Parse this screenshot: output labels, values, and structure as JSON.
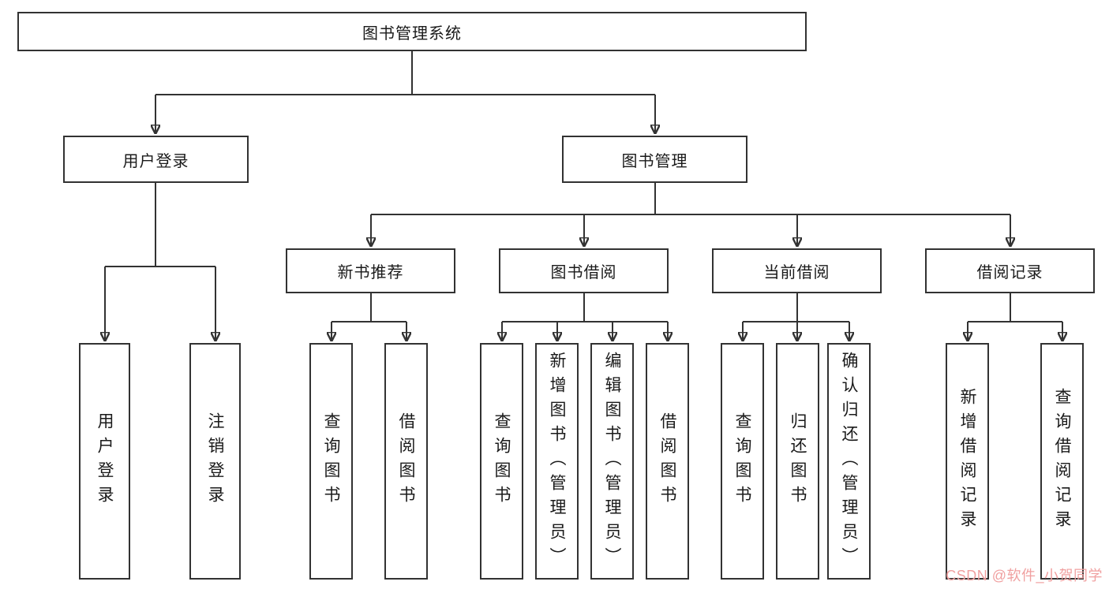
{
  "diagram": {
    "root": {
      "label": "图书管理系统"
    },
    "level2": [
      {
        "label": "用户登录",
        "children": [
          {
            "label": "用户登录"
          },
          {
            "label": "注销登录"
          }
        ]
      },
      {
        "label": "图书管理",
        "children": [
          {
            "label": "新书推荐",
            "children": [
              {
                "label": "查询图书"
              },
              {
                "label": "借阅图书"
              }
            ]
          },
          {
            "label": "图书借阅",
            "children": [
              {
                "label": "查询图书"
              },
              {
                "label": "新增图书（管理员）"
              },
              {
                "label": "编辑图书（管理员）"
              },
              {
                "label": "借阅图书"
              }
            ]
          },
          {
            "label": "当前借阅",
            "children": [
              {
                "label": "查询图书"
              },
              {
                "label": "归还图书"
              },
              {
                "label": "确认归还（管理员）"
              }
            ]
          },
          {
            "label": "借阅记录",
            "children": [
              {
                "label": "新增借阅记录"
              },
              {
                "label": "查询借阅记录"
              }
            ]
          }
        ]
      }
    ],
    "line_color": "#323232",
    "box_border_color": "#323232"
  },
  "watermark": {
    "text": "CSDN @软件_小贺同学",
    "color": "#f0a0a0"
  }
}
